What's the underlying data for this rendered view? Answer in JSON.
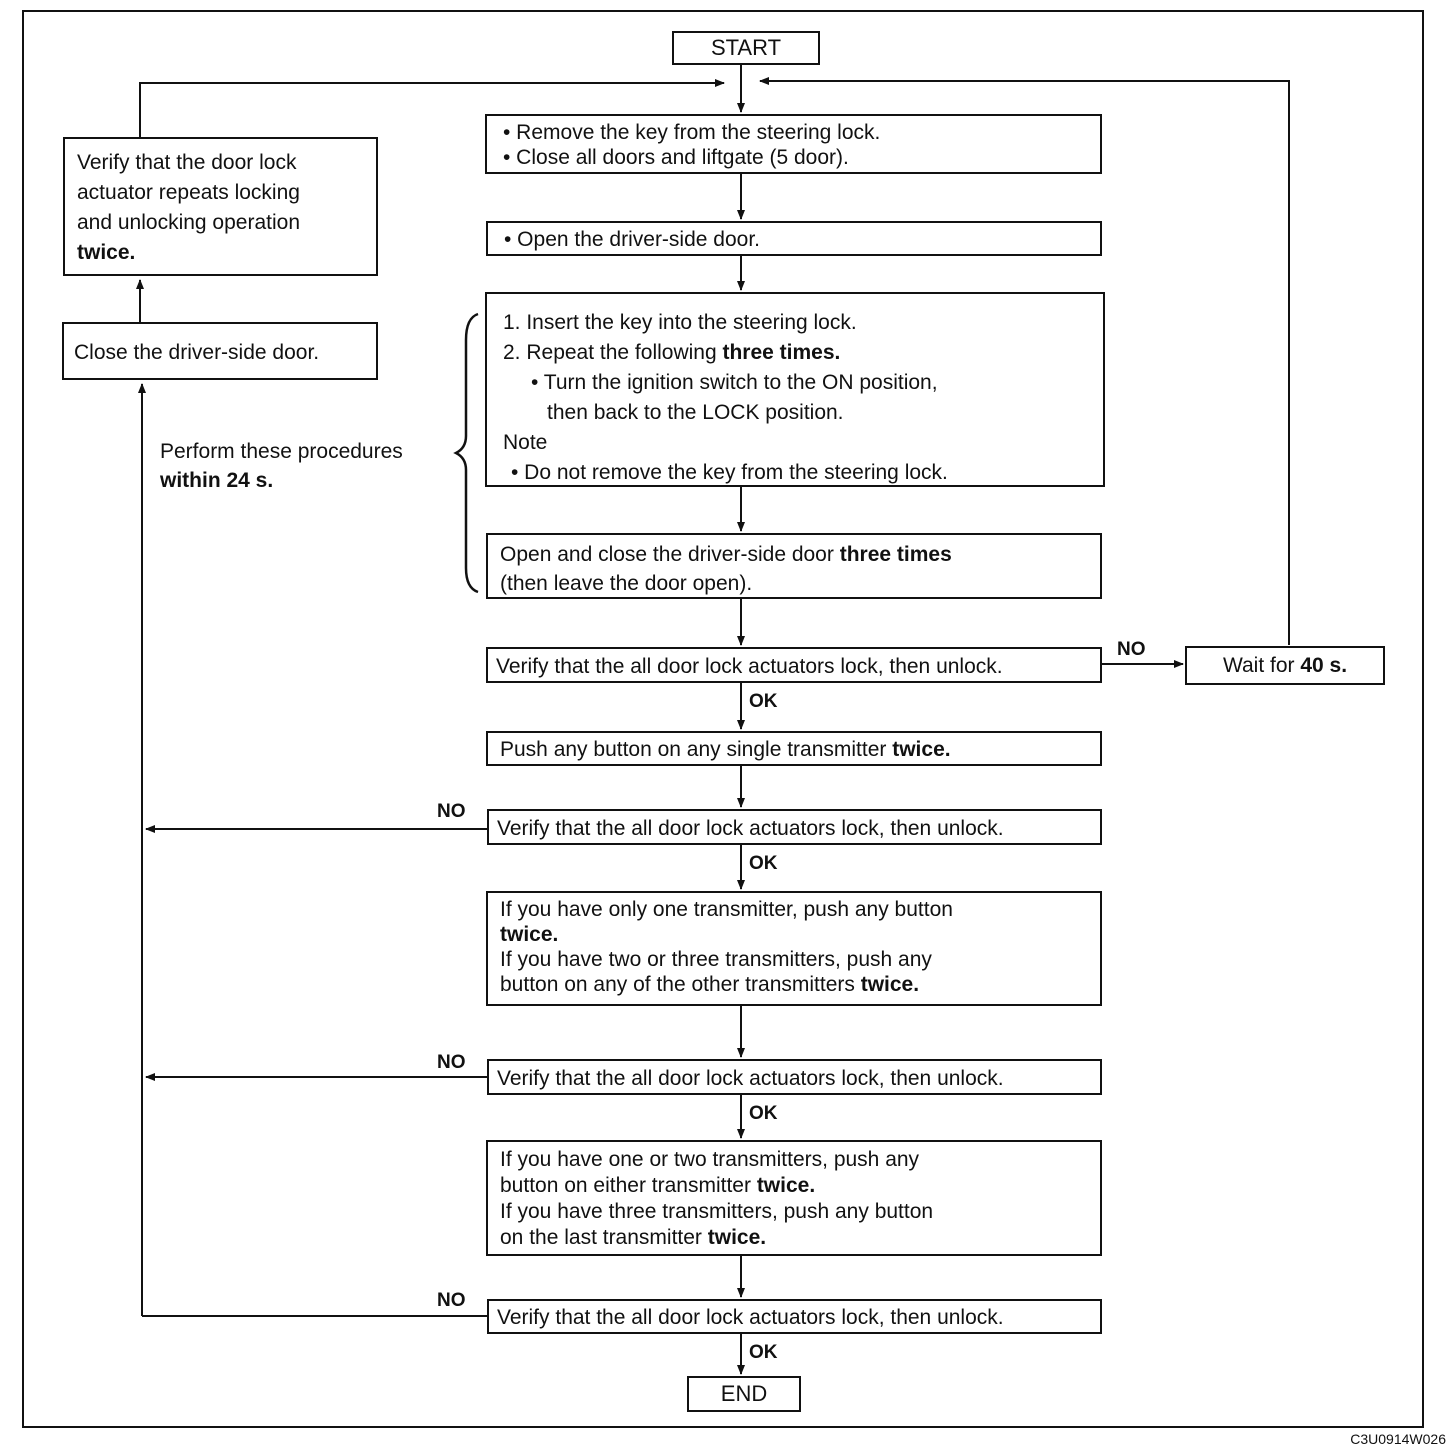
{
  "start": "START",
  "end": "END",
  "ok": "OK",
  "no": "NO",
  "step1": {
    "line1": "• Remove the key from  the steering lock.",
    "line2": "• Close all doors and liftgate (5 door)."
  },
  "step2": "• Open the driver-side door.",
  "step3": {
    "line1": "1. Insert the key into the steering lock.",
    "line2_pre": "2. Repeat the following ",
    "line2_bold": "three times.",
    "line3": "• Turn the ignition switch to the ON position,",
    "line4": "then back to the LOCK position.",
    "note": "Note",
    "note_item": "• Do not remove the key from the steering lock."
  },
  "step4": {
    "line1_pre": "Open and close the driver-side door ",
    "line1_bold": "three times",
    "line2": "(then leave the door open)."
  },
  "verify": "Verify that the all door lock actuators lock, then unlock.",
  "wait": {
    "pre": "Wait for ",
    "bold": "40 s."
  },
  "push1": {
    "pre": "Push any button on any single transmitter ",
    "bold": "twice."
  },
  "push2": {
    "line1": "If you have only one transmitter, push any button",
    "line2_bold": "twice.",
    "line3": "If you have two or three transmitters, push any",
    "line4_pre": "button on any of the other transmitters ",
    "line4_bold": "twice."
  },
  "push3": {
    "line1": "If you have one or two transmitters, push any",
    "line2_pre": "button on either transmitter ",
    "line2_bold": "twice.",
    "line3": "If you have three transmitters, push any button",
    "line4_pre": "on the last transmitter ",
    "line4_bold": "twice."
  },
  "left_verify": {
    "line1": "Verify that the door lock",
    "line2": "actuator repeats locking",
    "line3": "and unlocking operation",
    "line4_bold": "twice."
  },
  "close_door": "Close the driver-side door.",
  "brace_note": {
    "line1": "Perform these procedures",
    "line2_bold": "within 24 s."
  },
  "figure_code": "C3U0914W026"
}
